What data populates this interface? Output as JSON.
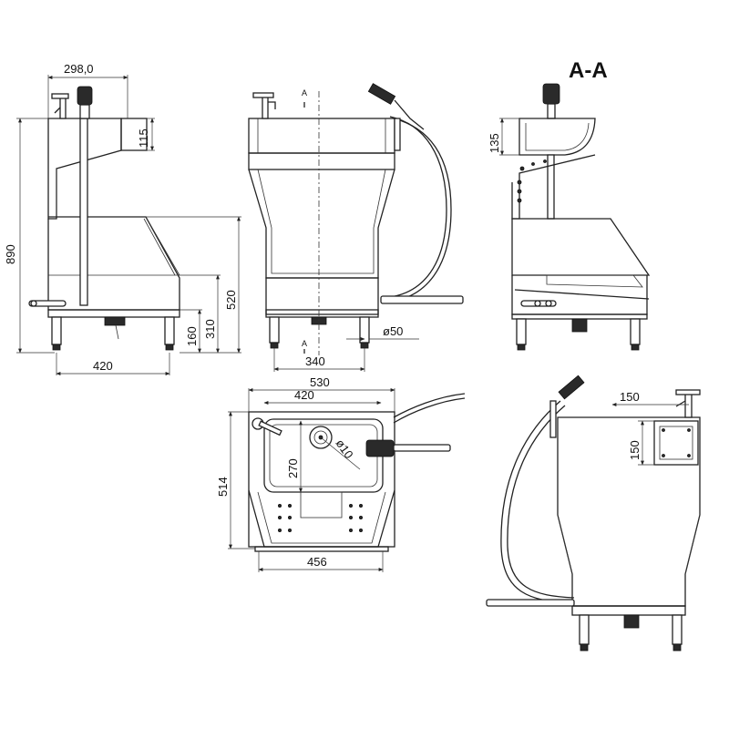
{
  "section_label": "A-A",
  "cut_marker": "A",
  "dimensions": {
    "side_top_width": "298,0",
    "side_height_total": "890",
    "side_panel_115": "115",
    "side_520": "520",
    "side_310": "310",
    "side_160": "160",
    "side_base_width": "420",
    "front_width_340": "340",
    "front_drain_dia": "ø50",
    "section_135": "135",
    "top_outer_width": "530",
    "top_basin_width": "420",
    "top_depth": "514",
    "top_basin_depth": "270",
    "top_drain_dia": "ø10",
    "top_base_width": "456",
    "rear_plate_width": "150",
    "rear_plate_height": "150"
  }
}
